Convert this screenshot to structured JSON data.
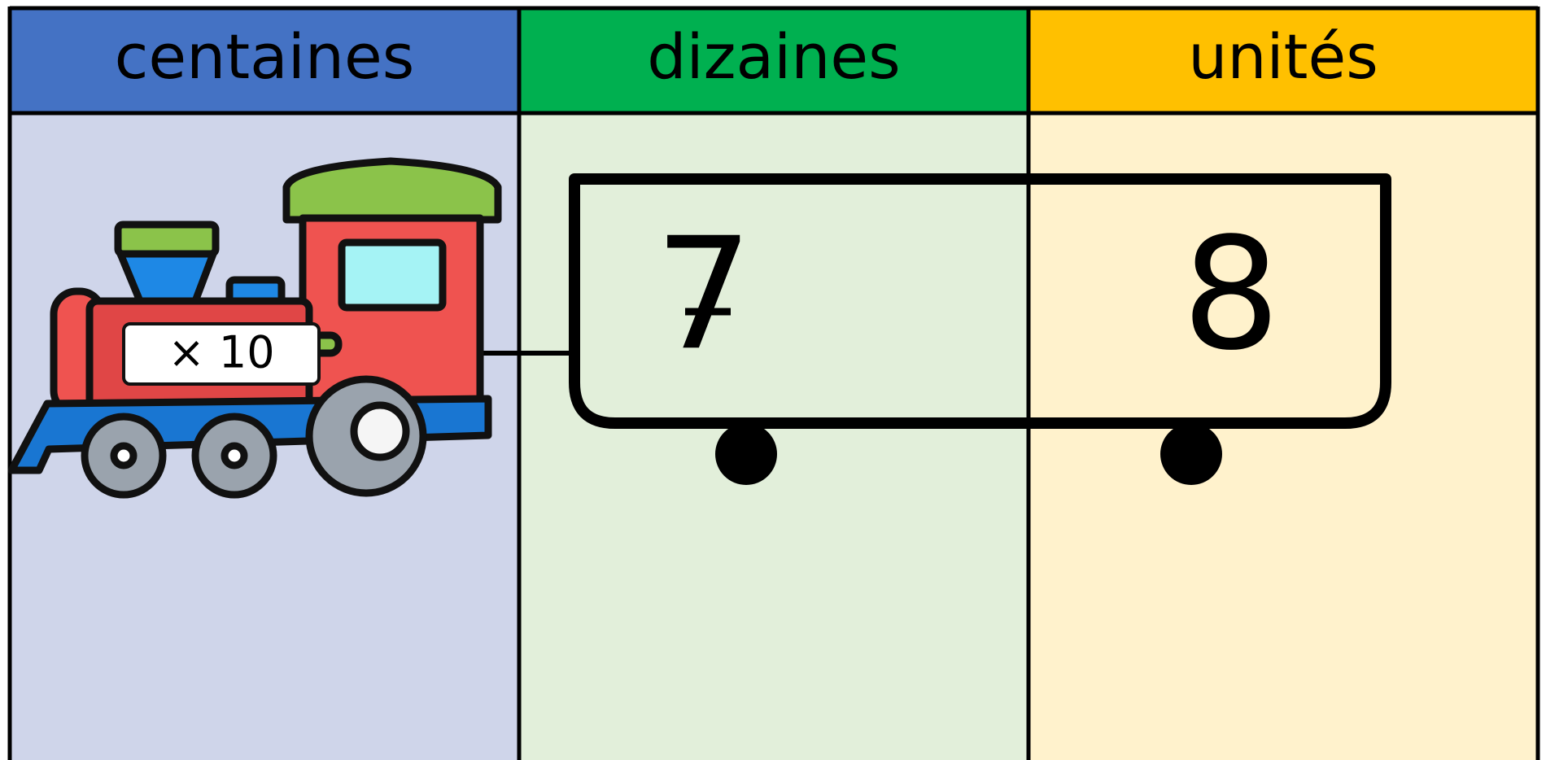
{
  "colors": {
    "hundreds_header": "#4472C4",
    "tens_header": "#00B050",
    "units_header": "#FFC000",
    "hundreds_body": "#CFD5EA",
    "tens_body": "#E2EFDA",
    "units_body": "#FFF2CC",
    "border": "#000000"
  },
  "columns": [
    {
      "key": "hundreds",
      "label": "centaines"
    },
    {
      "key": "tens",
      "label": "dizaines"
    },
    {
      "key": "units",
      "label": "unités"
    }
  ],
  "locomotive": {
    "label": "× 10",
    "icon": "steam-locomotive-icon"
  },
  "wagon": {
    "tens_digit": "7",
    "units_digit": "8",
    "icon": "train-wagon-icon"
  }
}
